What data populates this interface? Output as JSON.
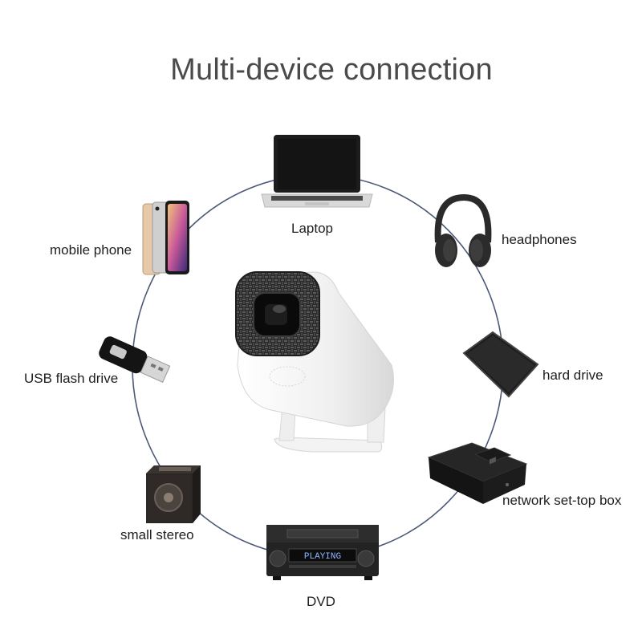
{
  "title": "Multi-device connection",
  "center_device": {
    "icon": "mini-projector-icon"
  },
  "devices": [
    {
      "label": "Laptop",
      "icon": "laptop-icon"
    },
    {
      "label": "headphones",
      "icon": "headphones-icon"
    },
    {
      "label": "hard drive",
      "icon": "hard-drive-icon"
    },
    {
      "label": "network set-top box",
      "icon": "set-top-box-icon"
    },
    {
      "label": "DVD",
      "icon": "dvd-player-icon",
      "screen_text": "PLAYING"
    },
    {
      "label": "small stereo",
      "icon": "speaker-icon"
    },
    {
      "label": "USB flash drive",
      "icon": "usb-flash-drive-icon"
    },
    {
      "label": "mobile phone",
      "icon": "mobile-phone-icon"
    }
  ],
  "colors": {
    "ring": "#4b5878",
    "title": "#4a4a4a",
    "projector_body": "#f2f2f2",
    "grille": "#2a2a2a"
  }
}
